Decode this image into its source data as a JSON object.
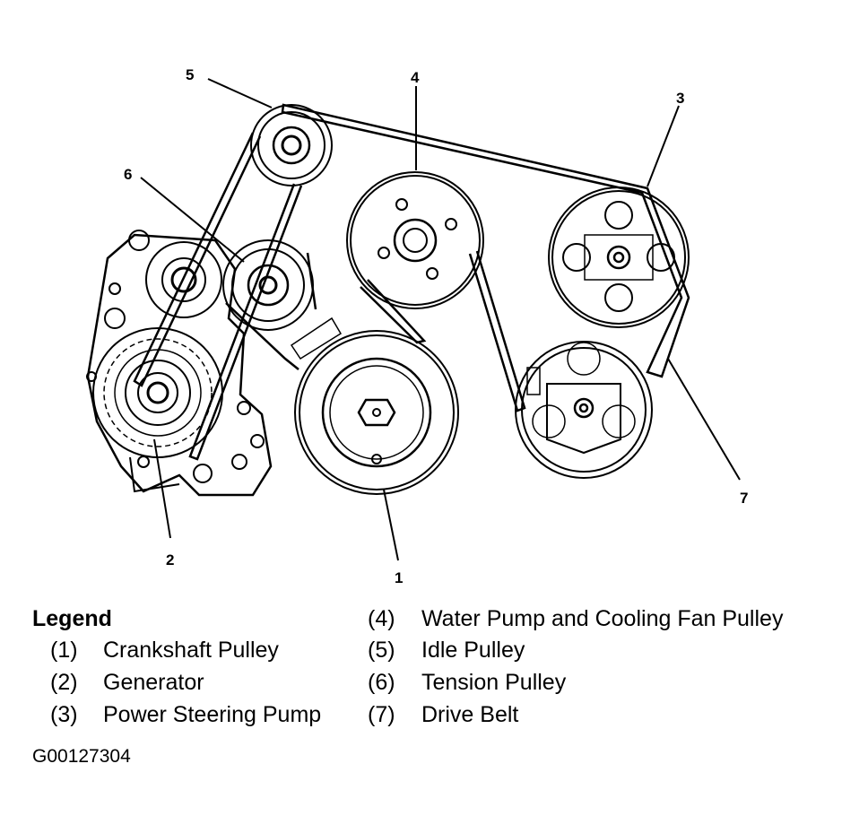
{
  "callouts": {
    "c1": "1",
    "c2": "2",
    "c3": "3",
    "c4": "4",
    "c5": "5",
    "c6": "6",
    "c7": "7"
  },
  "legend": {
    "title": "Legend",
    "items": [
      {
        "num": "(1)",
        "label": "Crankshaft Pulley"
      },
      {
        "num": "(2)",
        "label": "Generator"
      },
      {
        "num": "(3)",
        "label": "Power Steering Pump"
      },
      {
        "num": "(4)",
        "label": "Water Pump and Cooling Fan Pulley"
      },
      {
        "num": "(5)",
        "label": "Idle Pulley"
      },
      {
        "num": "(6)",
        "label": "Tension Pulley"
      },
      {
        "num": "(7)",
        "label": "Drive Belt"
      }
    ]
  },
  "figure_id": "G00127304"
}
